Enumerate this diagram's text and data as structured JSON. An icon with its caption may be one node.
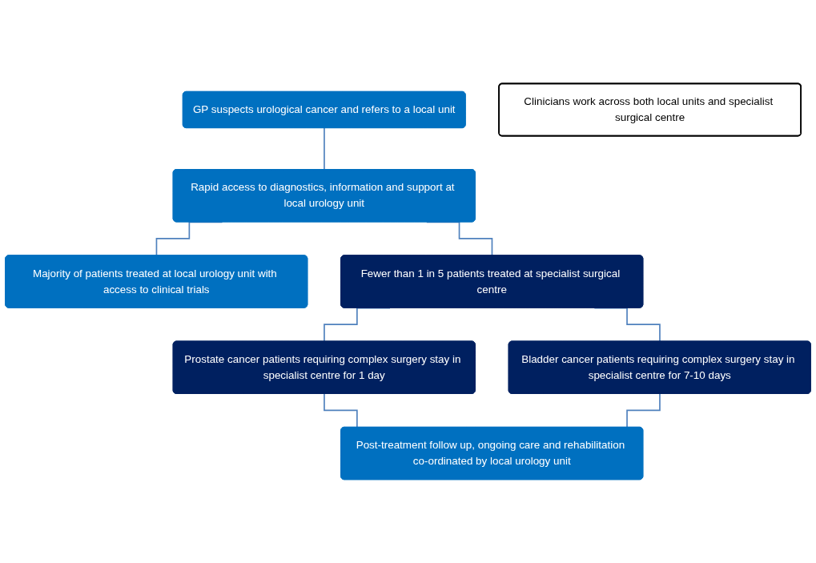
{
  "diagram": {
    "nodes": [
      {
        "text": [
          "GP suspects urological cancer and refers to a local unit"
        ]
      },
      {
        "text": [
          "Rapid access to diagnostics, information and support at local urology unit"
        ]
      },
      {
        "text": [
          "Majority of patients treated at local urology unit with access to clinical trials"
        ]
      },
      {
        "text": [
          "Fewer than 1 in 5 patients treated at specialist surgical centre"
        ]
      },
      {
        "text": [
          "Prostate cancer patients requiring complex surgery stay in specialist centre for 1 day"
        ]
      },
      {
        "text": [
          "Bladder cancer patients requiring complex surgery stay in specialist centre for 7-10 days"
        ]
      },
      {
        "text": [
          "Post-treatment follow up, ongoing care and rehabilitation co-ordinated by local urology unit"
        ]
      },
      {
        "text": [
          "Clinicians work across both local units and specialist surgical centre"
        ]
      }
    ],
    "edges": [
      {
        "from": 0,
        "to": 1,
        "arrow": "none"
      },
      {
        "from": 1,
        "to": 2,
        "arrow": "none"
      },
      {
        "from": 1,
        "to": 3,
        "arrow": "none"
      },
      {
        "from": 3,
        "to": 4,
        "arrow": "none"
      },
      {
        "from": 3,
        "to": 5,
        "arrow": "none"
      },
      {
        "from": 4,
        "to": 6,
        "arrow": "none"
      },
      {
        "from": 5,
        "to": 6,
        "arrow": "none"
      }
    ]
  }
}
